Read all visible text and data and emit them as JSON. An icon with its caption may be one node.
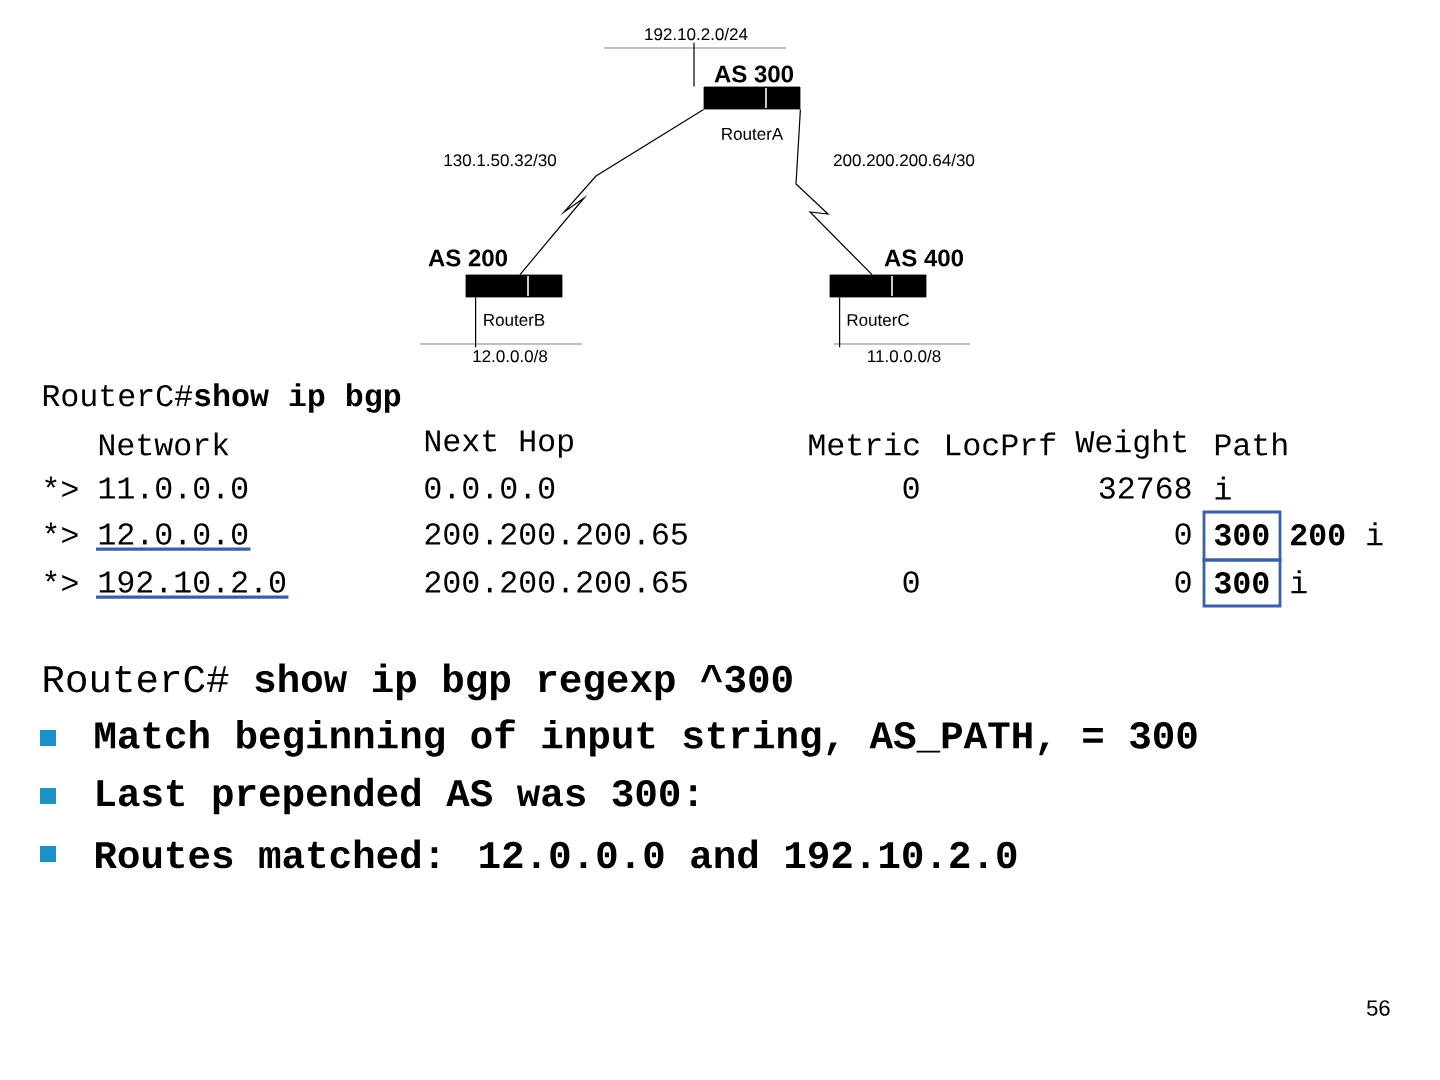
{
  "diagram": {
    "nodes": [
      {
        "text": [
          "192.10.2.0/24"
        ]
      },
      {
        "text": [
          "AS 300",
          "RouterA"
        ]
      },
      {
        "text": [
          "AS 200",
          "RouterB"
        ]
      },
      {
        "text": [
          "AS 400",
          "RouterC"
        ]
      },
      {
        "text": [
          "12.0.0.0/8"
        ]
      },
      {
        "text": [
          "11.0.0.0/8"
        ]
      }
    ],
    "edges": [
      {
        "from": 0,
        "to": 1,
        "arrow": "none"
      },
      {
        "from": 1,
        "to": 2,
        "arrow": "none",
        "label": "130.1.50.32/30"
      },
      {
        "from": 1,
        "to": 3,
        "arrow": "none",
        "label": "200.200.200.64/30"
      },
      {
        "from": 2,
        "to": 4,
        "arrow": "none"
      },
      {
        "from": 3,
        "to": 5,
        "arrow": "none"
      }
    ],
    "labels": [
      "RouterC#**show ip bgp**",
      "Network",
      "Next Hop",
      "Metric",
      "LocPrf",
      "Weight",
      "Path",
      "*>",
      "11.0.0.0",
      "0.0.0.0",
      "0",
      "32768",
      "i",
      "*>",
      "12.0.0.0",
      "200.200.200.65",
      "0",
      "**300 200** i",
      "*>",
      "192.10.2.0",
      "200.200.200.65",
      "0",
      "0",
      "**300** i",
      "RouterC# **show ip bgp regexp ^300**",
      "Match beginning of input string, AS_PATH, = 300",
      "Last prepended AS was 300:",
      "Routes matched: 12.0.0.0 and 192.10.2.0",
      "56"
    ]
  }
}
